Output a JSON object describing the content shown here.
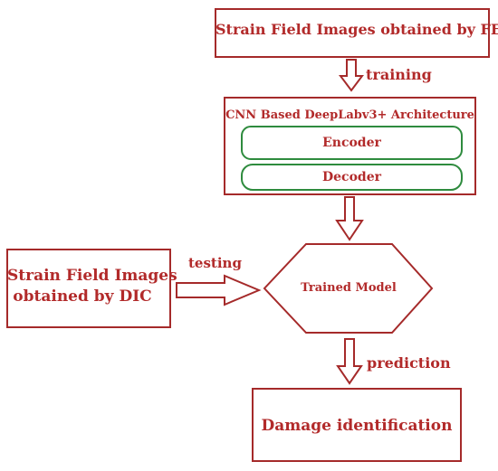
{
  "colors": {
    "box_stroke": "#a52a2a",
    "text": "#b22a2a",
    "encoder_stroke": "#2e8b3e",
    "arrow_stroke": "#a52a2a",
    "background": "#ffffff"
  },
  "nodes": {
    "fea": {
      "label": "Strain Field Images obtained by FEA"
    },
    "cnn": {
      "title": "CNN Based DeepLabv3+ Architecture"
    },
    "encoder": {
      "label": "Encoder"
    },
    "decoder": {
      "label": "Decoder"
    },
    "trained_model": {
      "label": "Trained Model"
    },
    "dic": {
      "line1": "Strain Field Images",
      "line2": "obtained by DIC"
    },
    "damage": {
      "label": "Damage identification"
    }
  },
  "edges": {
    "training": {
      "label": "training"
    },
    "testing": {
      "label": "testing"
    },
    "prediction": {
      "label": "prediction"
    }
  }
}
